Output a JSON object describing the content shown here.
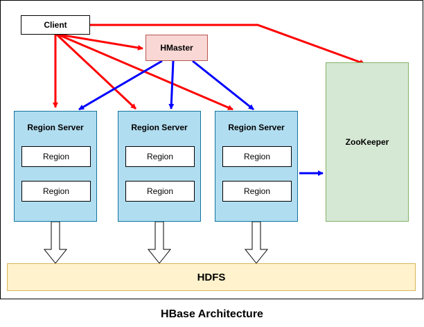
{
  "nodes": {
    "client": "Client",
    "hmaster": "HMaster",
    "zookeeper": "ZooKeeper",
    "hdfs": "HDFS"
  },
  "region_servers": [
    {
      "title": "Region Server",
      "regions": [
        "Region",
        "Region"
      ]
    },
    {
      "title": "Region Server",
      "regions": [
        "Region",
        "Region"
      ]
    },
    {
      "title": "Region Server",
      "regions": [
        "Region",
        "Region"
      ]
    }
  ],
  "caption": "HBase Architecture",
  "colors": {
    "client_arrows": "#ff0000",
    "hmaster_arrows": "#0000ff",
    "hdfs_arrows": "#ffffff",
    "hmaster_fill": "#f8d7d4",
    "region_server_fill": "#b1ddf0",
    "zookeeper_fill": "#d5e8d4",
    "hdfs_fill": "#fff2cc"
  }
}
